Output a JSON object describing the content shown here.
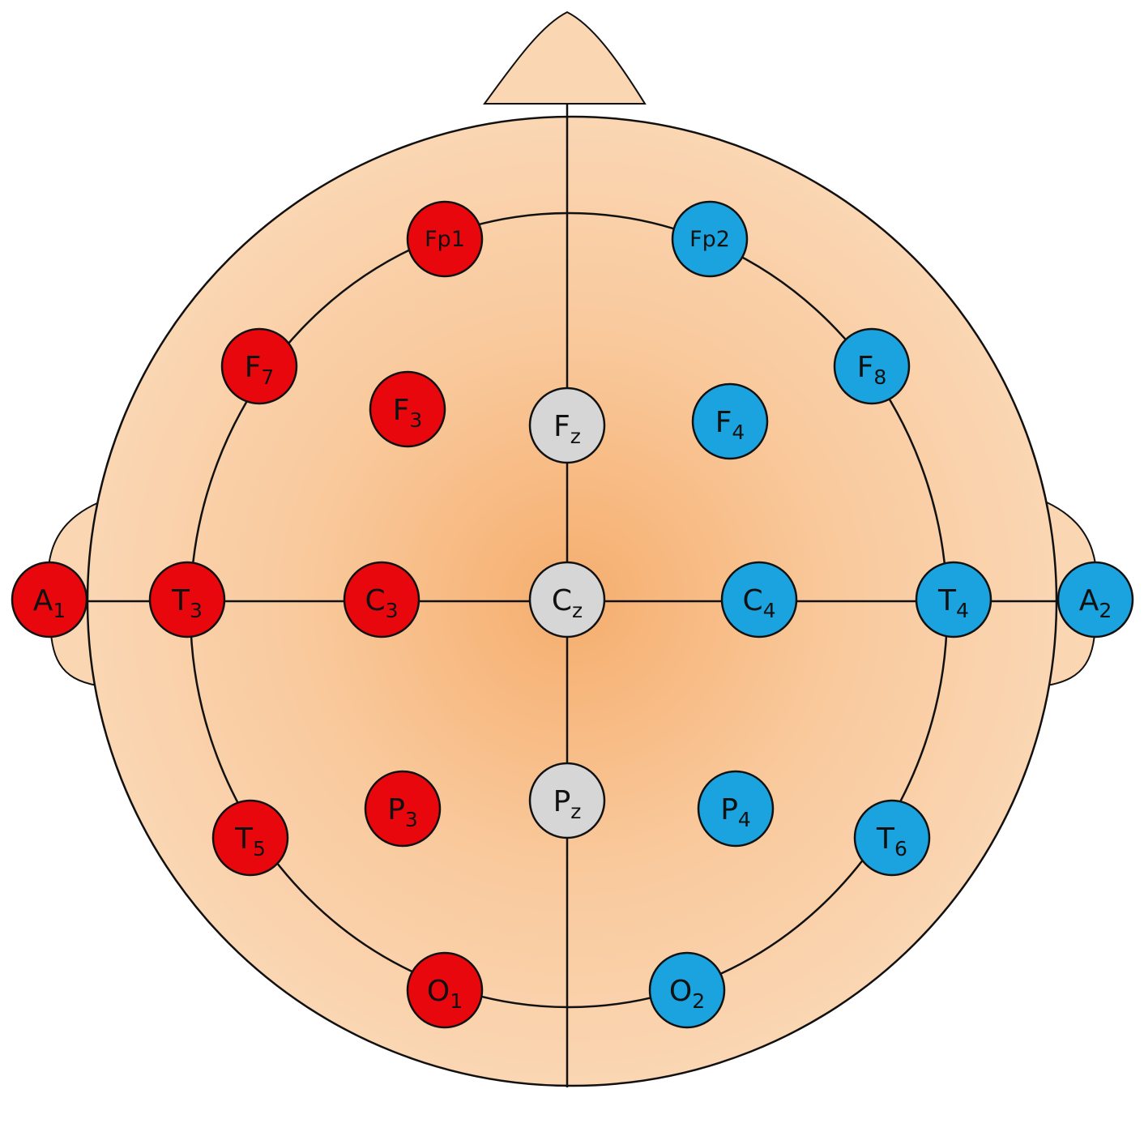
{
  "colors": {
    "left_hemisphere": "#E8070D",
    "right_hemisphere": "#1BA3E0",
    "midline": "#D6D6D6",
    "scalp": "#FAD6B3",
    "scalp_center": "#F6AE6E",
    "outline": "#111111"
  },
  "electrodes": [
    {
      "id": "Fp1",
      "base": "Fp",
      "sub": "1",
      "group": "left"
    },
    {
      "id": "Fp2",
      "base": "Fp",
      "sub": "2",
      "group": "right"
    },
    {
      "id": "F7",
      "base": "F",
      "sub": "7",
      "group": "left"
    },
    {
      "id": "F8",
      "base": "F",
      "sub": "8",
      "group": "right"
    },
    {
      "id": "F3",
      "base": "F",
      "sub": "3",
      "group": "left"
    },
    {
      "id": "Fz",
      "base": "F",
      "sub": "z",
      "group": "midline"
    },
    {
      "id": "F4",
      "base": "F",
      "sub": "4",
      "group": "right"
    },
    {
      "id": "A1",
      "base": "A",
      "sub": "1",
      "group": "left"
    },
    {
      "id": "T3",
      "base": "T",
      "sub": "3",
      "group": "left"
    },
    {
      "id": "C3",
      "base": "C",
      "sub": "3",
      "group": "left"
    },
    {
      "id": "Cz",
      "base": "C",
      "sub": "z",
      "group": "midline"
    },
    {
      "id": "C4",
      "base": "C",
      "sub": "4",
      "group": "right"
    },
    {
      "id": "T4",
      "base": "T",
      "sub": "4",
      "group": "right"
    },
    {
      "id": "A2",
      "base": "A",
      "sub": "2",
      "group": "right"
    },
    {
      "id": "P3",
      "base": "P",
      "sub": "3",
      "group": "left"
    },
    {
      "id": "Pz",
      "base": "P",
      "sub": "z",
      "group": "midline"
    },
    {
      "id": "P4",
      "base": "P",
      "sub": "4",
      "group": "right"
    },
    {
      "id": "T5",
      "base": "T",
      "sub": "5",
      "group": "left"
    },
    {
      "id": "T6",
      "base": "T",
      "sub": "6",
      "group": "right"
    },
    {
      "id": "O1",
      "base": "O",
      "sub": "1",
      "group": "left"
    },
    {
      "id": "O2",
      "base": "O",
      "sub": "2",
      "group": "right"
    }
  ]
}
